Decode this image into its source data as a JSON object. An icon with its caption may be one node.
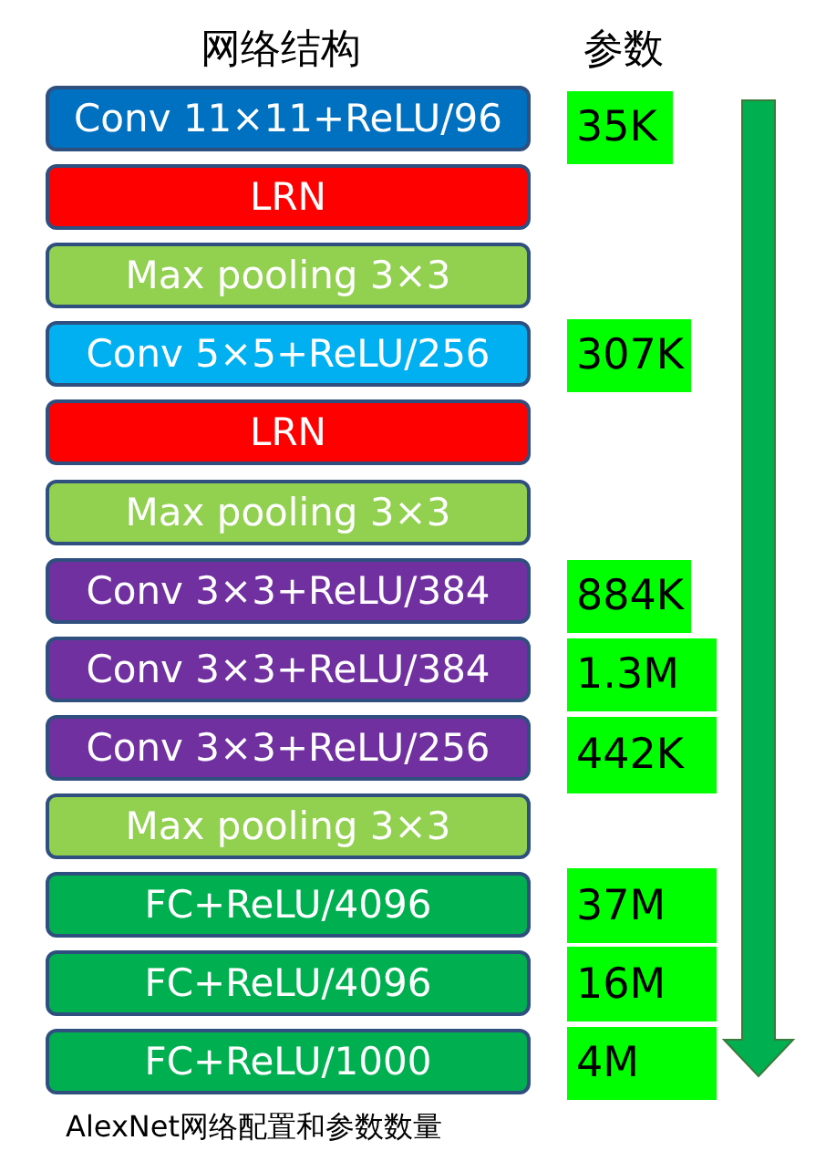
{
  "diagram": {
    "caption": "AlexNet网络配置和参数数量",
    "nodes": [
      {
        "text": [
          "Conv 11×11+ReLU/96"
        ]
      },
      {
        "text": [
          "LRN"
        ]
      },
      {
        "text": [
          "Max pooling 3×3"
        ]
      },
      {
        "text": [
          "Conv 5×5+ReLU/256"
        ]
      },
      {
        "text": [
          "LRN"
        ]
      },
      {
        "text": [
          "Max pooling 3×3"
        ]
      },
      {
        "text": [
          "Conv 3×3+ReLU/384"
        ]
      },
      {
        "text": [
          "Conv 3×3+ReLU/384"
        ]
      },
      {
        "text": [
          "Conv 3×3+ReLU/256"
        ]
      },
      {
        "text": [
          "Max pooling 3×3"
        ]
      },
      {
        "text": [
          "FC+ReLU/4096"
        ]
      },
      {
        "text": [
          "FC+ReLU/4096"
        ]
      },
      {
        "text": [
          "FC+ReLU/1000"
        ]
      },
      {
        "text": [
          "35K"
        ]
      },
      {
        "text": [
          "307K"
        ]
      },
      {
        "text": [
          "884K"
        ]
      },
      {
        "text": [
          "1.3M"
        ]
      },
      {
        "text": [
          "442K"
        ]
      },
      {
        "text": [
          "37M"
        ]
      },
      {
        "text": [
          "16M"
        ]
      },
      {
        "text": [
          "4M"
        ]
      }
    ],
    "labels": [
      "网络结构",
      "参数"
    ]
  }
}
